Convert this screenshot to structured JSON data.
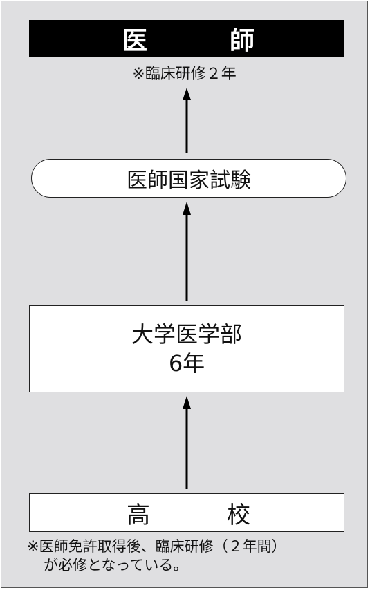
{
  "title": {
    "left_char": "医",
    "right_char": "師"
  },
  "note_top": "※臨床研修２年",
  "exam_label": "医師国家試験",
  "university": {
    "line1": "大学医学部",
    "line2": "6年"
  },
  "high_school": {
    "left_char": "高",
    "right_char": "校"
  },
  "note_bottom": {
    "line1": "※医師免許取得後、臨床研修（２年間）",
    "line2": "が必修となっている。"
  },
  "colors": {
    "background": "#dfdfe1",
    "title_bar": "#000000",
    "box_fill": "#ffffff",
    "stroke": "#000000"
  }
}
